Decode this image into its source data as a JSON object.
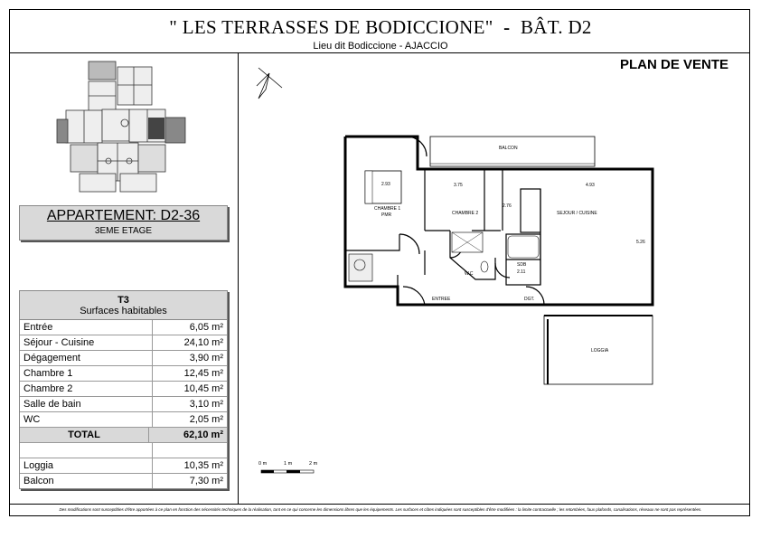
{
  "header": {
    "title": "\" LES TERRASSES DE BODICCIONE\"",
    "title_sep": "-",
    "building": "BÂT. D2",
    "subtitle": "Lieu dit Bodiccione - AJACCIO",
    "badge": "PLAN DE VENTE"
  },
  "apartment": {
    "name": "APPARTEMENT: D2-36",
    "floor": "3EME ETAGE"
  },
  "surfaces": {
    "type": "T3",
    "heading": "Surfaces habitables",
    "rows": [
      {
        "label": "Entrée",
        "value": "6,05 m²"
      },
      {
        "label": "Séjour - Cuisine",
        "value": "24,10 m²"
      },
      {
        "label": "Dégagement",
        "value": "3,90 m²"
      },
      {
        "label": "Chambre 1",
        "value": "12,45 m²"
      },
      {
        "label": "Chambre 2",
        "value": "10,45 m²"
      },
      {
        "label": "Salle de bain",
        "value": "3,10 m²"
      },
      {
        "label": "WC",
        "value": "2,05 m²"
      }
    ],
    "total": {
      "label": "TOTAL",
      "value": "62,10 m²"
    },
    "extras": [
      {
        "label": "Loggia",
        "value": "10,35 m²"
      },
      {
        "label": "Balcon",
        "value": "7,30 m²"
      }
    ]
  },
  "plan": {
    "rooms": {
      "balcon": "BALCON",
      "chambre1": "CHAMBRE 1",
      "chambre1_sub": "PMR",
      "chambre2": "CHAMBRE 2",
      "sejour": "SEJOUR / CUISINE",
      "sdb": "SDB",
      "wc": "W.C",
      "entree": "ENTREE",
      "dgt": "DGT.",
      "loggia": "LOGGIA"
    },
    "dims": {
      "d1": "2.93",
      "d2": "3.75",
      "d3": "4.93",
      "d4": "2.76",
      "d5": "5.26",
      "d6": "2.11"
    }
  },
  "scale": {
    "s0": "0 m",
    "s1": "1 m",
    "s2": "2 m"
  },
  "footer": "Des modifications sont susceptibles d'être apportées à ce plan en fonction des nécessités techniques de la réalisation, tant en ce qui concerne les dimensions libres que les équipements. Les surfaces et côtes indiquées sont susceptibles d'être modifiées : la limite contractuelle ; les retombées, faux plafonds, canalisations, réseaux ne sont pas représentées."
}
